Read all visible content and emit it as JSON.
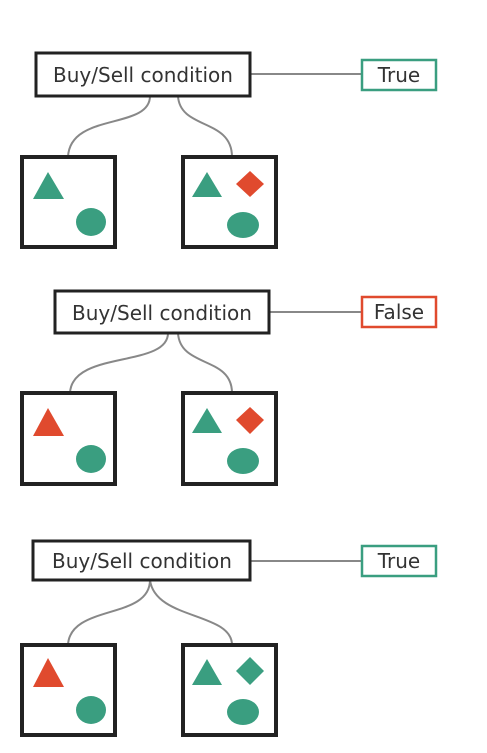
{
  "colors": {
    "green": "#3a9e80",
    "red": "#e04a2e",
    "box": "#222222",
    "line": "#888888",
    "text": "#333333"
  },
  "diagrams": [
    {
      "condition_label": "Buy/Sell condition",
      "result_label": "True",
      "result_color": "#3a9e80",
      "left_panel": {
        "shapes": [
          {
            "kind": "triangle",
            "color": "#3a9e80",
            "icon": "triangle-icon"
          },
          {
            "kind": "circle",
            "color": "#3a9e80",
            "icon": "circle-icon"
          }
        ]
      },
      "right_panel": {
        "shapes": [
          {
            "kind": "triangle",
            "color": "#3a9e80",
            "icon": "triangle-icon"
          },
          {
            "kind": "diamond",
            "color": "#e04a2e",
            "icon": "diamond-icon"
          },
          {
            "kind": "circle",
            "color": "#3a9e80",
            "icon": "circle-icon"
          }
        ]
      }
    },
    {
      "condition_label": "Buy/Sell condition",
      "result_label": "False",
      "result_color": "#e04a2e",
      "left_panel": {
        "shapes": [
          {
            "kind": "triangle",
            "color": "#e04a2e",
            "icon": "triangle-icon"
          },
          {
            "kind": "circle",
            "color": "#3a9e80",
            "icon": "circle-icon"
          }
        ]
      },
      "right_panel": {
        "shapes": [
          {
            "kind": "triangle",
            "color": "#3a9e80",
            "icon": "triangle-icon"
          },
          {
            "kind": "diamond",
            "color": "#e04a2e",
            "icon": "diamond-icon"
          },
          {
            "kind": "circle",
            "color": "#3a9e80",
            "icon": "circle-icon"
          }
        ]
      }
    },
    {
      "condition_label": "Buy/Sell condition",
      "result_label": "True",
      "result_color": "#3a9e80",
      "left_panel": {
        "shapes": [
          {
            "kind": "triangle",
            "color": "#e04a2e",
            "icon": "triangle-icon"
          },
          {
            "kind": "circle",
            "color": "#3a9e80",
            "icon": "circle-icon"
          }
        ]
      },
      "right_panel": {
        "shapes": [
          {
            "kind": "triangle",
            "color": "#3a9e80",
            "icon": "triangle-icon"
          },
          {
            "kind": "diamond",
            "color": "#3a9e80",
            "icon": "diamond-icon"
          },
          {
            "kind": "circle",
            "color": "#3a9e80",
            "icon": "circle-icon"
          }
        ]
      }
    }
  ]
}
